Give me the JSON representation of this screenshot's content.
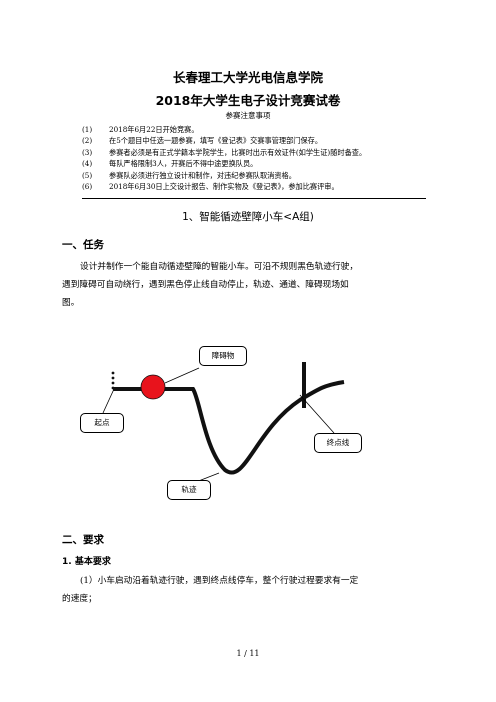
{
  "header": {
    "institute": "长春理工大学光电信息学院",
    "exam_title": "2018年大学生电子设计竞赛试卷",
    "notice_title": "参赛注意事项"
  },
  "rules": [
    {
      "num": "(1)",
      "text": "2018年6月22日开始竞赛。"
    },
    {
      "num": "(2)",
      "text": "在5个题目中任选一题参赛，填写《登记表》交赛事管理部门保存。"
    },
    {
      "num": "(3)",
      "text": "参赛者必须是有正式学籍本学院学生，比赛时出示有效证件(如学生证)随时备查。"
    },
    {
      "num": "(4)",
      "text": "每队严格限制3人，开赛后不得中途更换队员。"
    },
    {
      "num": "(5)",
      "text": "参赛队必须进行独立设计和制作，对违纪参赛队取消资格。"
    },
    {
      "num": "(6)",
      "text": "2018年6月30日上交设计报告、制作实物及《登记表》，参加比赛评审。"
    }
  ],
  "problem_title": "1、智能循迹壁障小车<A组)",
  "task": {
    "heading": "一、任务",
    "lines": [
      "设计并制作一个能自动循迹壁障的智能小车。可沿不规则黑色轨迹行驶，",
      "遇到障碍可自动绕行，遇到黑色停止线自动停止，轨迹、通道、障碍现场如",
      "图。"
    ]
  },
  "diagram": {
    "labels": {
      "obstacle": "障碍物",
      "start": "起点",
      "finish": "终点线",
      "track": "轨迹"
    },
    "colors": {
      "obstacle": "#e8131c",
      "track": "#111111"
    }
  },
  "requirements": {
    "heading": "二、要求",
    "basic_heading": "1. 基本要求",
    "lines": [
      "(1）小车启动沿着轨迹行驶，遇到终点线停车，整个行驶过程要求有一定",
      "的速度；"
    ]
  },
  "footer": {
    "page": "1 / 11"
  }
}
